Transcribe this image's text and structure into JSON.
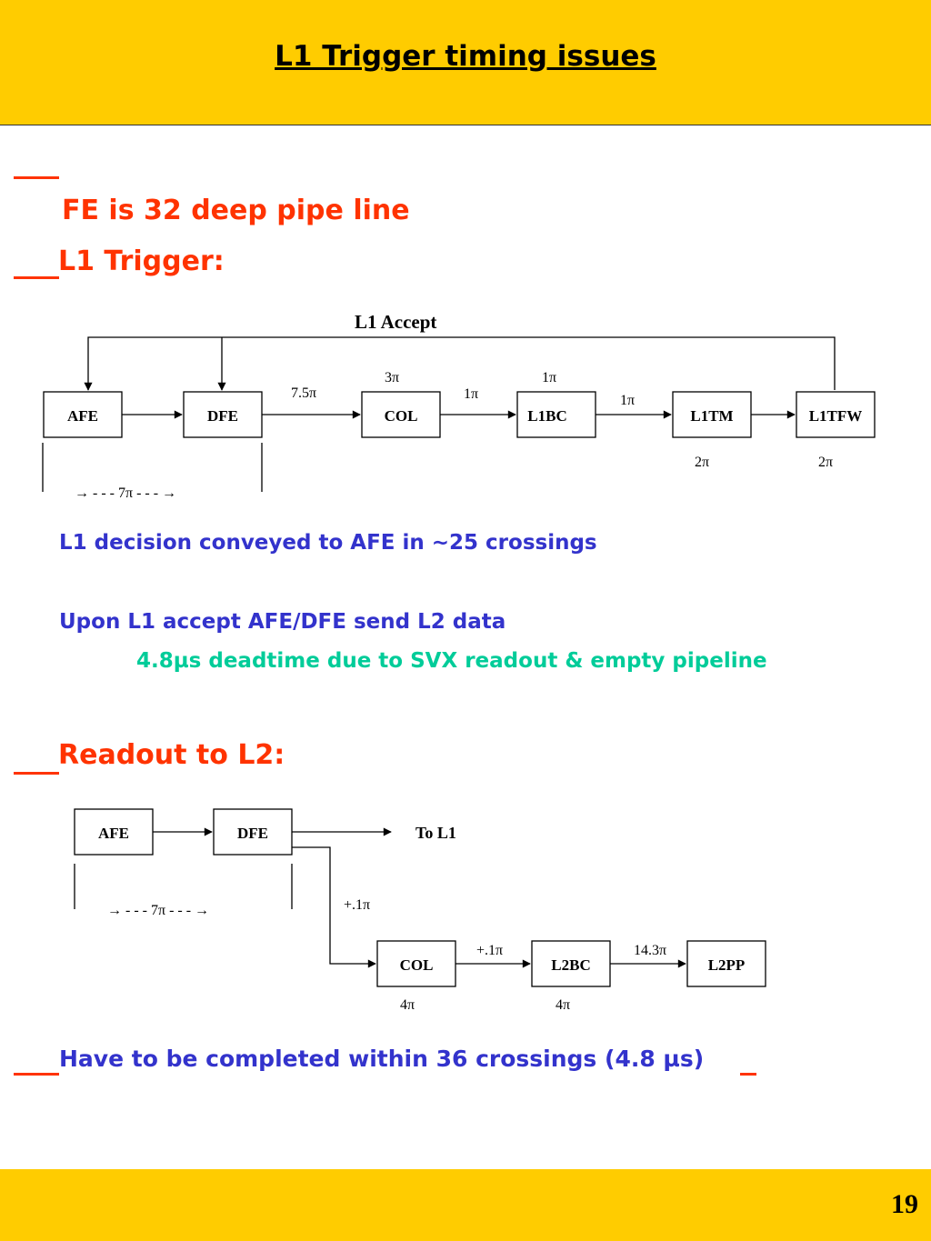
{
  "slide": {
    "title": "L1 Trigger timing issues",
    "page_number": "19",
    "bullets": {
      "fe_pipeline": "FE is 32 deep pipe line",
      "l1_trigger": "L1 Trigger:",
      "readout": "Readout to L2:",
      "completion": "Have to be completed within 36 crossings (4.8 µs)"
    },
    "notes": {
      "l1_decision": "L1 decision conveyed to AFE in ~25 crossings",
      "upon_accept": "Upon L1 accept AFE/DFE send L2 data",
      "deadtime": "4.8µs deadtime due to SVX readout & empty pipeline"
    },
    "colors": {
      "band": "#ffcc00",
      "bullet_red": "#ff3300",
      "note_blue": "#3333cc",
      "note_green": "#00cc99"
    }
  },
  "l1_diagram": {
    "feedback_label": "L1 Accept",
    "boxes": [
      "AFE",
      "DFE",
      "COL",
      "L1BC",
      "L1TM",
      "L1TFW"
    ],
    "link_labels": [
      "7.5π",
      "1π",
      "1π"
    ],
    "box_labels": [
      "3π",
      "1π",
      "2π",
      "2π"
    ],
    "span_label": "→ - - - 7π - - - →"
  },
  "l2_diagram": {
    "boxes": [
      "AFE",
      "DFE",
      "COL",
      "L2BC",
      "L2PP"
    ],
    "to_l1": "To L1",
    "branch_label": "+.1π",
    "link_labels": [
      "+.1π",
      "14.3π"
    ],
    "box_labels": [
      "4π",
      "4π"
    ],
    "span_label": "→ - - - 7π - - - →"
  }
}
